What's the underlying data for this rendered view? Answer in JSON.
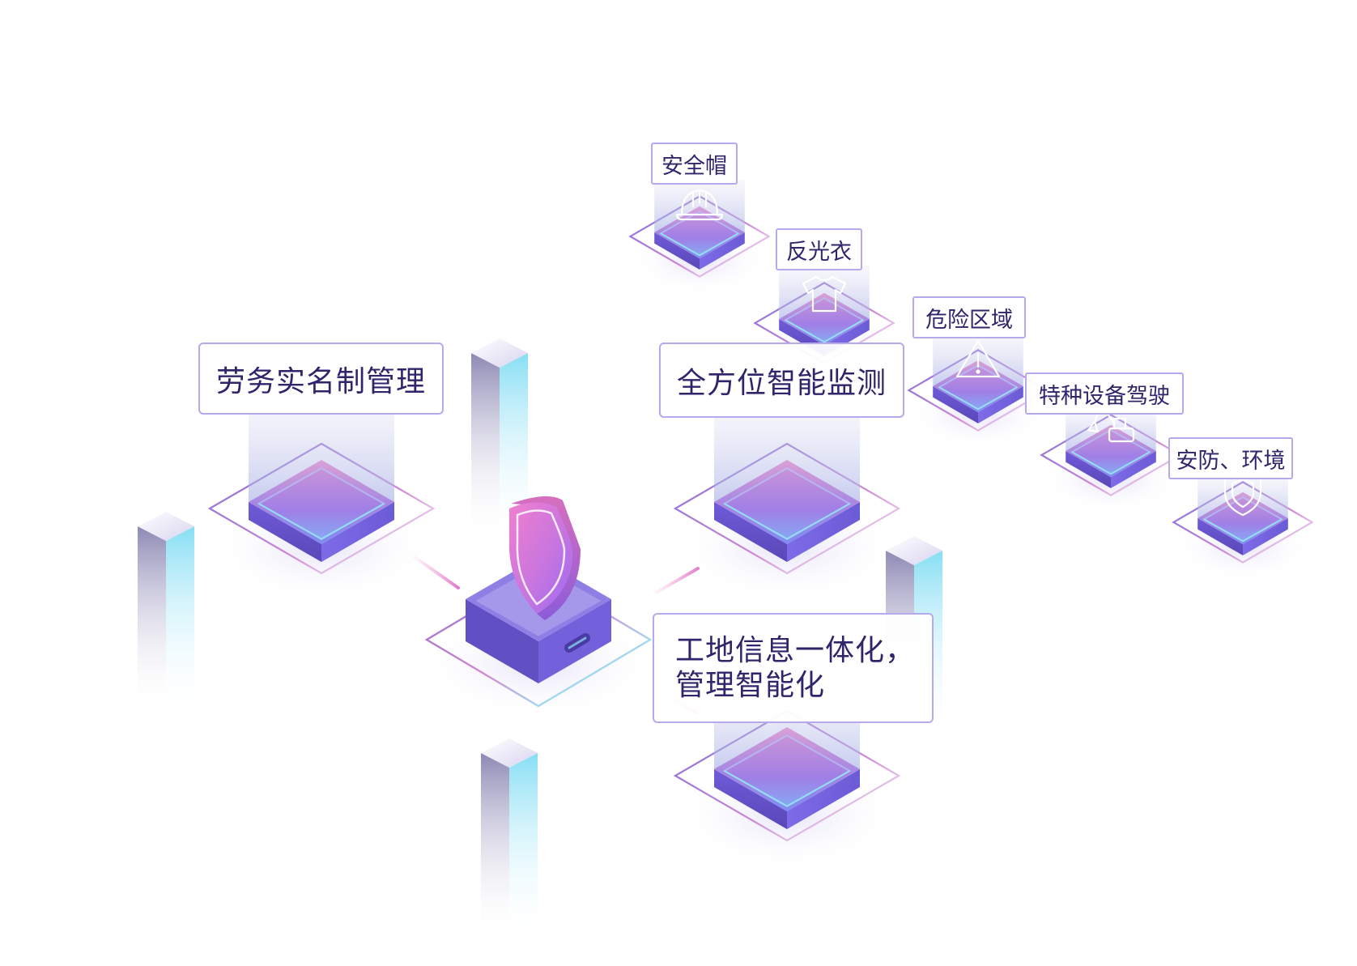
{
  "colors": {
    "platform_top_light": "#d9a0d6",
    "platform_top_dark": "#8e7df0",
    "platform_side": "#6f5bd8",
    "cyan_accent": "#8fe4f4",
    "label_border": "#b7a9ee",
    "label_text": "#2f256b",
    "shield_pink": "#ee7fcf",
    "shield_purple": "#a26cf0"
  },
  "center": {
    "name": "central-hub",
    "icon": "shield-icon"
  },
  "main_nodes": [
    {
      "label": "劳务实名制管理"
    },
    {
      "label": "全方位智能监测"
    },
    {
      "line1": "工地信息一体化，",
      "line2": "管理智能化"
    }
  ],
  "sub_nodes": [
    {
      "label": "安全帽",
      "icon": "helmet-icon"
    },
    {
      "label": "反光衣",
      "icon": "reflective-vest-icon"
    },
    {
      "label": "危险区域",
      "icon": "warning-icon"
    },
    {
      "label": "特种设备驾驶",
      "icon": "excavator-icon"
    },
    {
      "label": "安防、环境",
      "icon": "security-shield-icon"
    }
  ]
}
